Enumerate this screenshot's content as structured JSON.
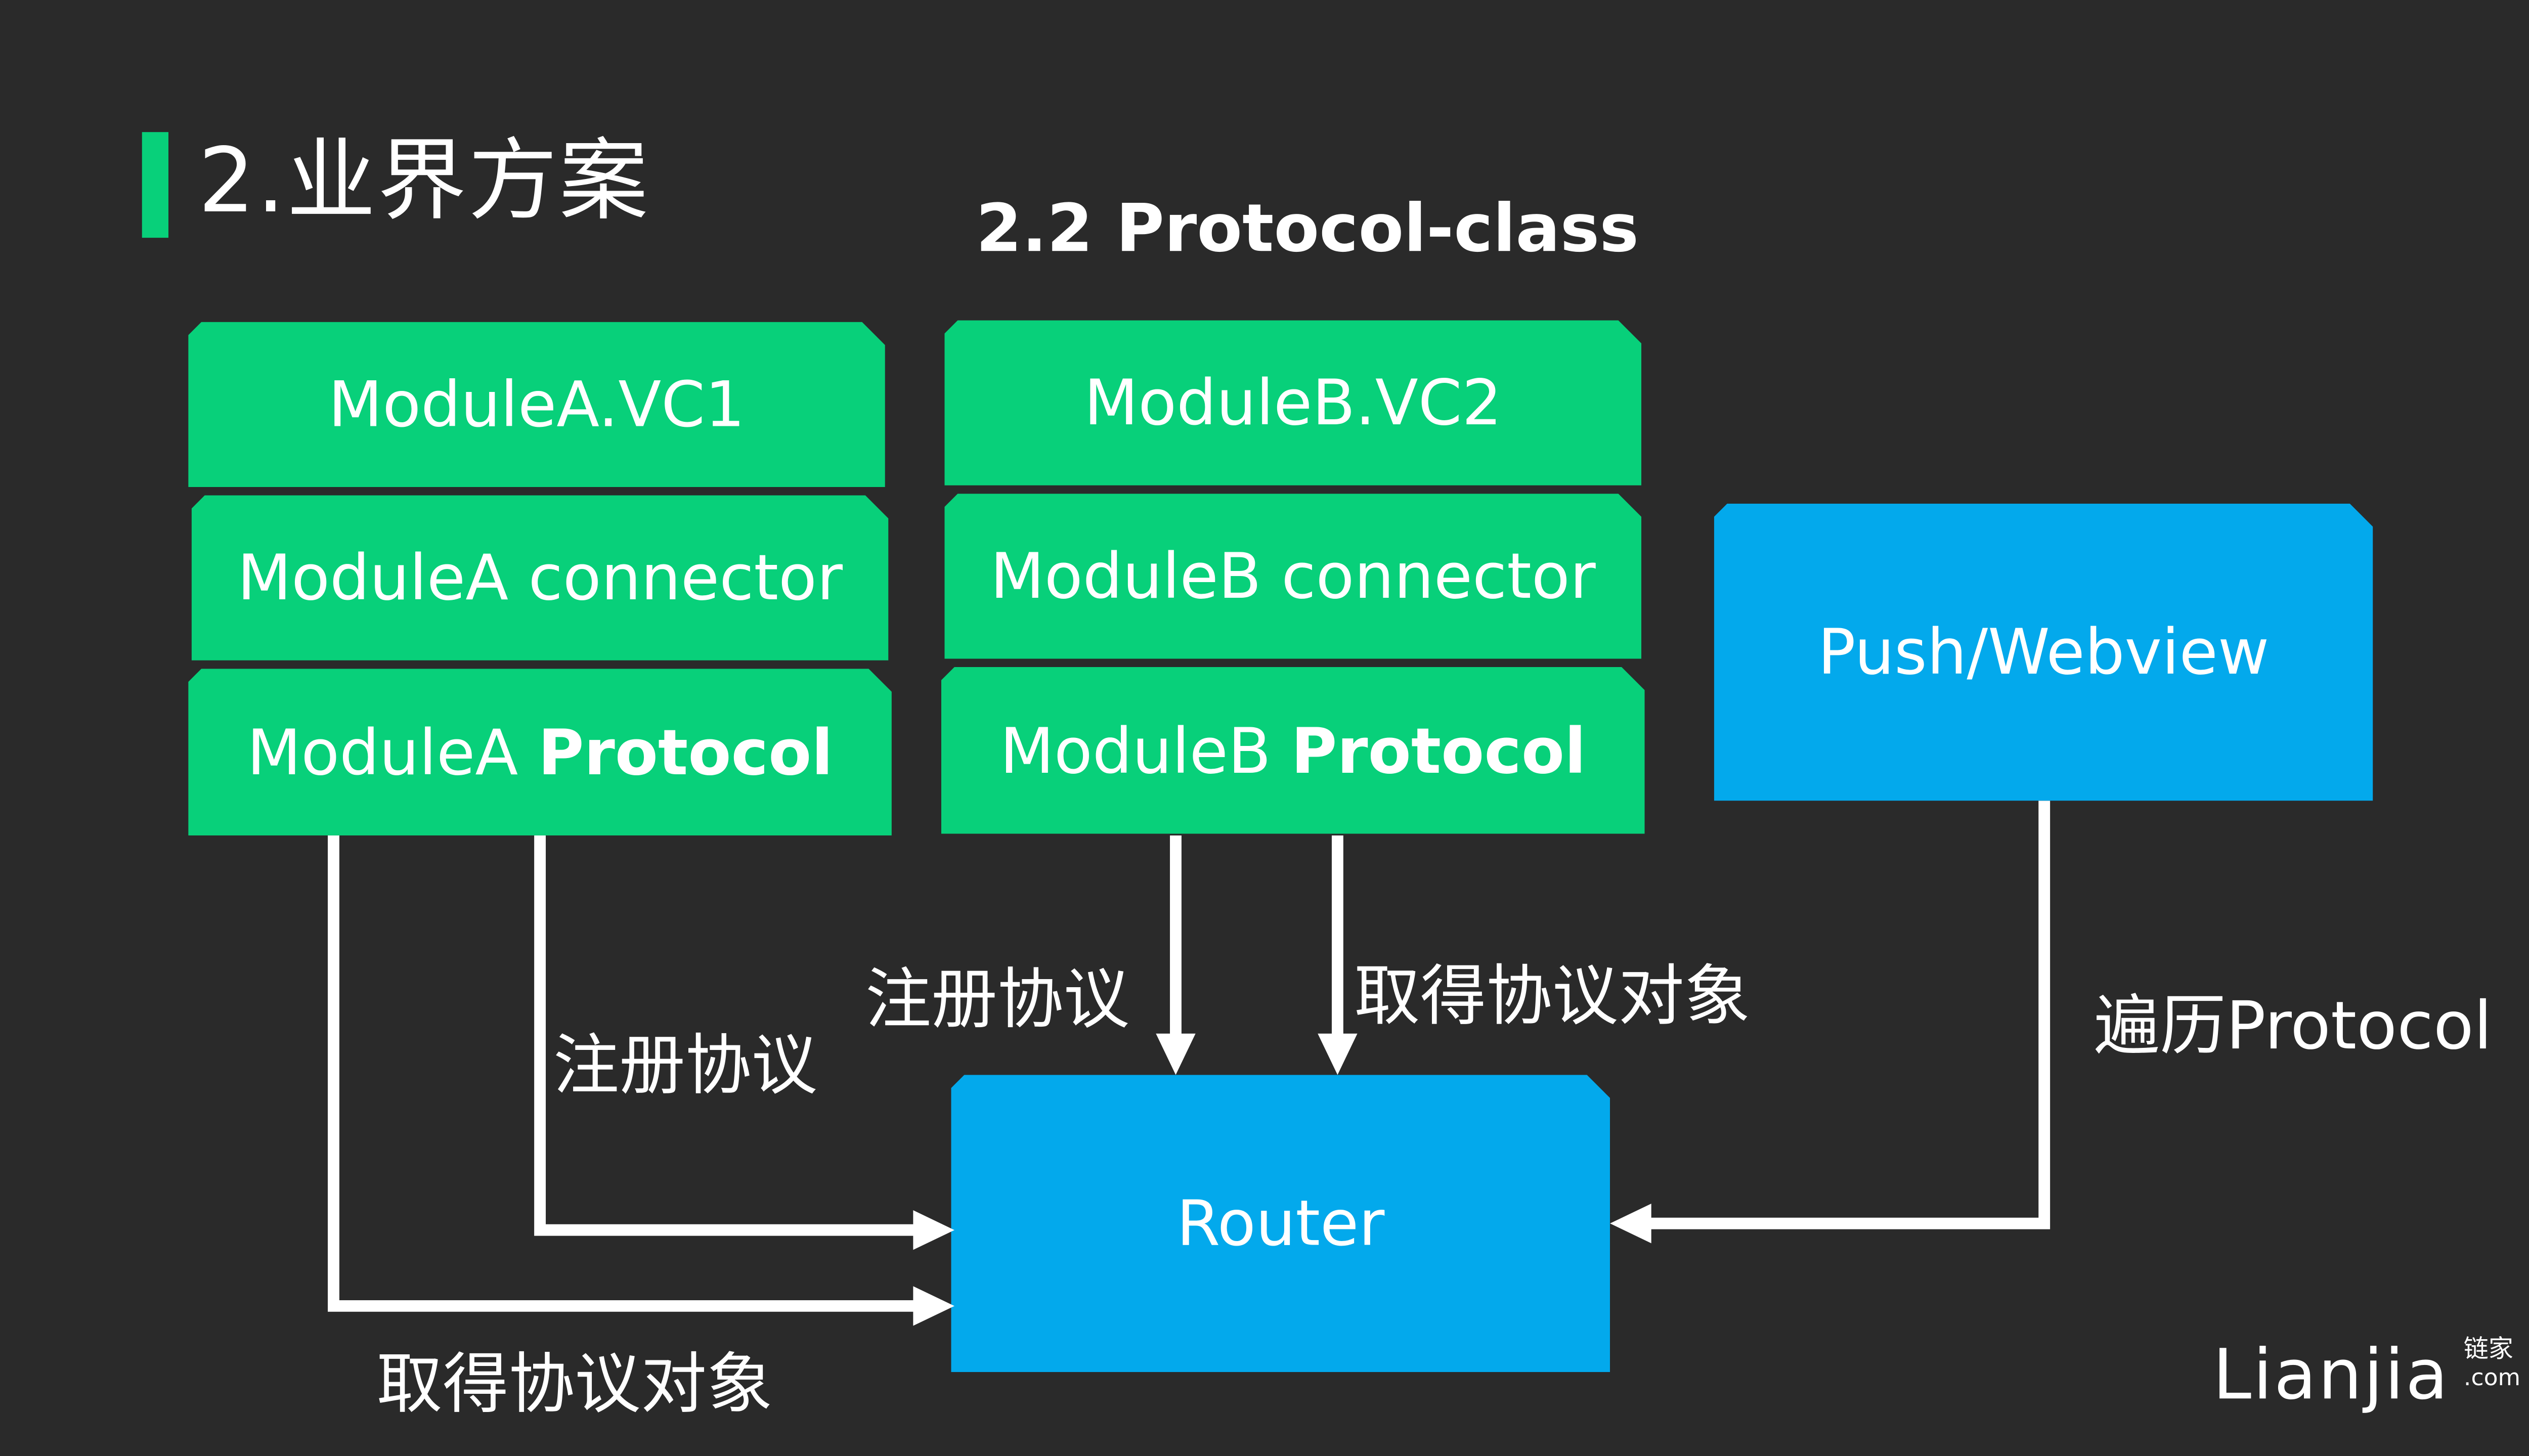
{
  "slide": {
    "title": "2.业界方案",
    "subtitle": "2.2 Protocol-class"
  },
  "module_a": {
    "vc": "ModuleA.VC1",
    "connector": "ModuleA connector",
    "protocol_prefix": "ModuleA ",
    "protocol_bold": "Protocol"
  },
  "module_b": {
    "vc": "ModuleB.VC2",
    "connector": "ModuleB connector",
    "protocol_prefix": "ModuleB ",
    "protocol_bold": "Protocol"
  },
  "push_webview": "Push/Webview",
  "router": "Router",
  "labels": {
    "a_register": "注册协议",
    "a_get": "取得协议对象",
    "b_register": "注册协议",
    "b_get": "取得协议对象",
    "traverse": "遍历Protocol"
  },
  "logo": {
    "main": "Lianjia",
    "cn": "链家",
    "com": ".com"
  },
  "colors": {
    "background": "#2a2a2a",
    "green": "#08d07a",
    "blue": "#03a9ec",
    "text": "#ffffff"
  }
}
